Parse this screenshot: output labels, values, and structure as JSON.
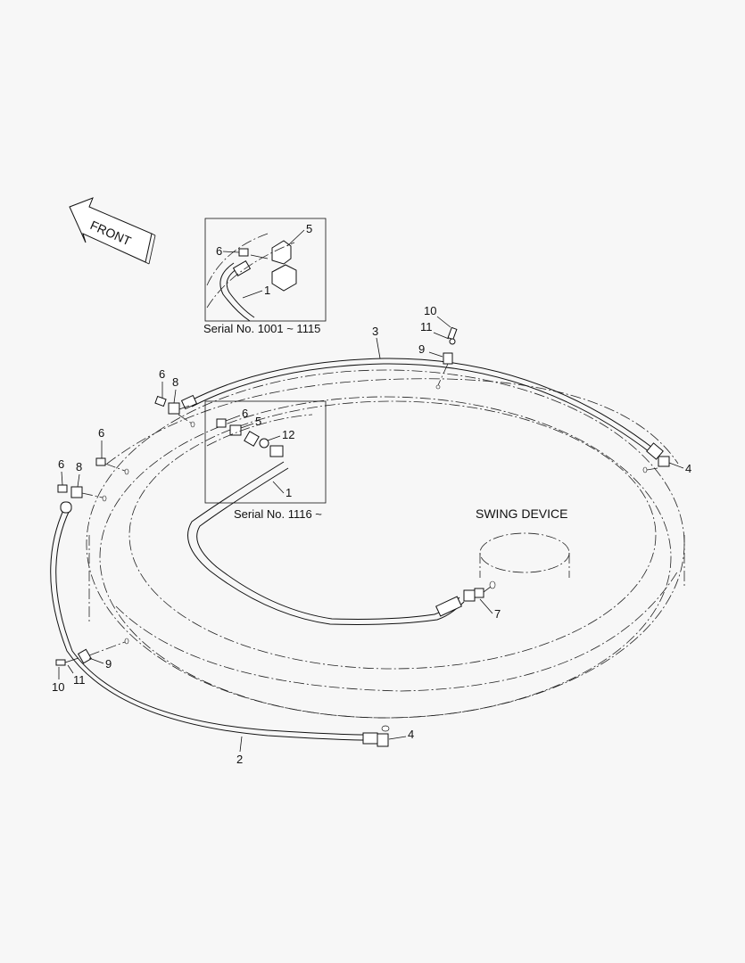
{
  "front_arrow": {
    "label": "FRONT"
  },
  "swing_device": {
    "label": "SWING DEVICE"
  },
  "inset_top": {
    "caption": "Serial No. 1001 ~ 1115",
    "callouts": [
      "6",
      "5",
      "1"
    ]
  },
  "inset_mid": {
    "caption": "Serial No. 1116 ~",
    "callouts": [
      "6",
      "5",
      "12",
      "1"
    ]
  },
  "callouts": {
    "c10_top": "10",
    "c11_top": "11",
    "c9_top": "9",
    "c3": "3",
    "c6_a": "6",
    "c8_a": "8",
    "c6_b": "6",
    "c6_c": "6",
    "c8_b": "8",
    "c4_right": "4",
    "c7": "7",
    "c9_left": "9",
    "c10_left": "10",
    "c11_left": "11",
    "c4_bottom": "4",
    "c2": "2"
  }
}
